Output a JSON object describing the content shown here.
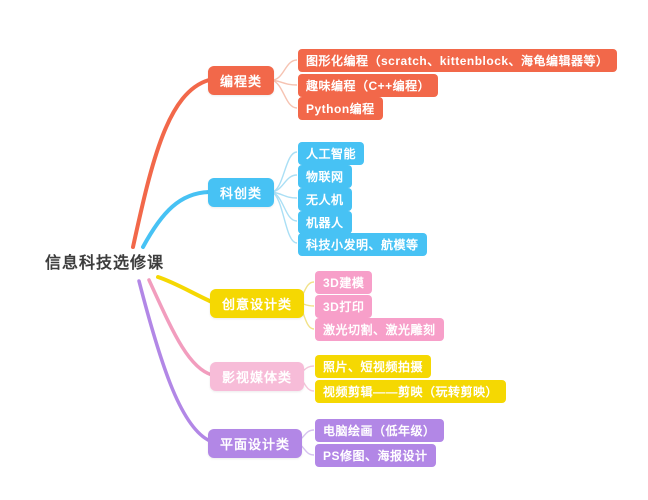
{
  "root": {
    "label": "信息科技选修课"
  },
  "palette": {
    "orange": "#f2684a",
    "blue": "#47c2f4",
    "yellow": "#f5d802",
    "pink_light_node": "#f7bcd8",
    "pink_deep": "#f79fc9",
    "purple": "#b287e6",
    "pink_line": "#f29dbe",
    "orange_light": "#f6c3b2",
    "blue_light": "#aadff5",
    "yellow_light": "#f1e288",
    "pink_light": "#f4c6da",
    "purple_light": "#d5c2ef",
    "root_text": "#3d3d3d"
  },
  "branches": [
    {
      "label": "编程类",
      "color": "#f2684a",
      "children": [
        {
          "text": "图形化编程（scratch、kittenblock、海龟编辑器等）",
          "color": "#f2684a"
        },
        {
          "text": "趣味编程（C++编程）",
          "color": "#f2684a"
        },
        {
          "text": "Python编程",
          "color": "#f2684a"
        }
      ]
    },
    {
      "label": "科创类",
      "color": "#47c2f4",
      "children": [
        {
          "text": "人工智能",
          "color": "#47c2f4"
        },
        {
          "text": "物联网",
          "color": "#47c2f4"
        },
        {
          "text": "无人机",
          "color": "#47c2f4"
        },
        {
          "text": "机器人",
          "color": "#47c2f4"
        },
        {
          "text": "科技小发明、航模等",
          "color": "#47c2f4"
        }
      ]
    },
    {
      "label": "创意设计类",
      "color": "#f5d802",
      "children": [
        {
          "text": "3D建模",
          "color": "#f79fc9"
        },
        {
          "text": "3D打印",
          "color": "#f79fc9"
        },
        {
          "text": "激光切割、激光雕刻",
          "color": "#f79fc9"
        }
      ]
    },
    {
      "label": "影视媒体类",
      "color": "#f7bcd8",
      "children": [
        {
          "text": "照片、短视频拍摄",
          "color": "#f5d802"
        },
        {
          "text": "视频剪辑——剪映（玩转剪映）",
          "color": "#f5d802"
        }
      ]
    },
    {
      "label": "平面设计类",
      "color": "#b287e6",
      "children": [
        {
          "text": "电脑绘画（低年级）",
          "color": "#b287e6"
        },
        {
          "text": "PS修图、海报设计",
          "color": "#b287e6"
        }
      ]
    }
  ]
}
